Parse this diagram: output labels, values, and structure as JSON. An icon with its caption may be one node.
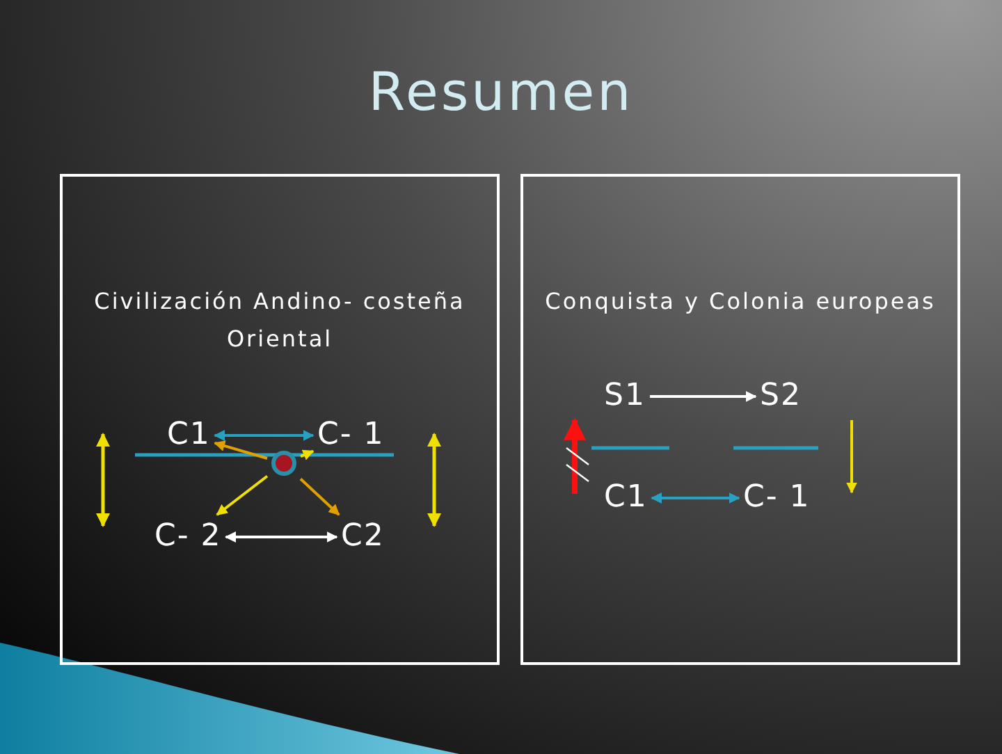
{
  "diagram": {
    "title": "Resumen",
    "nodes": [
      {
        "text": [
          "Civilización Andino- costeña Oriental"
        ]
      },
      {
        "text": [
          "C1"
        ],
        "in": 0
      },
      {
        "text": [
          "C- 1"
        ],
        "in": 0
      },
      {
        "text": [],
        "shape": "circle",
        "in": 0
      },
      {
        "text": [
          "C- 2"
        ],
        "in": 0
      },
      {
        "text": [
          "C2"
        ],
        "in": 0
      },
      {
        "text": [
          "Conquista y Colonia europeas"
        ]
      },
      {
        "text": [
          "S1"
        ],
        "in": 6
      },
      {
        "text": [
          "S2"
        ],
        "in": 6
      },
      {
        "text": [
          "C1"
        ],
        "in": 6
      },
      {
        "text": [
          "C- 1"
        ],
        "in": 6
      }
    ],
    "edges": [
      {
        "from": 1,
        "to": 2,
        "arrow": "both",
        "color": "#2aa0c0"
      },
      {
        "from": 4,
        "to": 5,
        "arrow": "both",
        "color": "#ffffff"
      },
      {
        "from": 3,
        "to": 1,
        "arrow": "to",
        "color": "#e0a000"
      },
      {
        "from": 3,
        "to": 2,
        "arrow": "to",
        "color": "#f0e000"
      },
      {
        "from": 3,
        "to": 4,
        "arrow": "to",
        "color": "#f0e000"
      },
      {
        "from": 3,
        "to": 5,
        "arrow": "to",
        "color": "#e0a000"
      },
      {
        "from": 7,
        "to": 8,
        "arrow": "to",
        "color": "#ffffff"
      },
      {
        "from": 9,
        "to": 10,
        "arrow": "both",
        "color": "#2aa0c0"
      }
    ]
  }
}
